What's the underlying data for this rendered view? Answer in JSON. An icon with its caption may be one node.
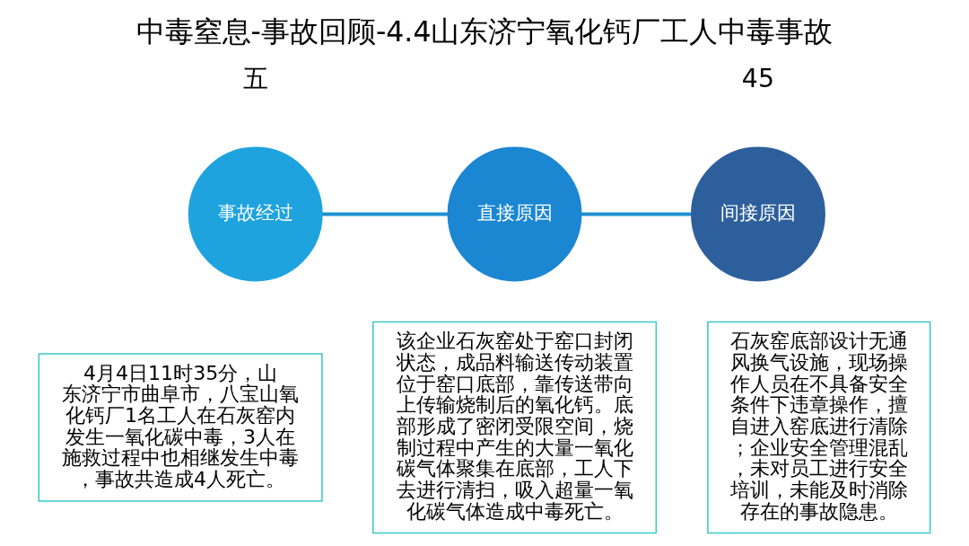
{
  "diagram": {
    "title": "中毒窒息-事故回顾-4.4山东济宁氧化钙厂工人中毒事故",
    "nodes": [
      {
        "text": [
          "事故经过"
        ]
      },
      {
        "text": [
          "直接原因"
        ]
      },
      {
        "text": [
          "间接原因"
        ]
      },
      {
        "text": [
          "4月4日11时35分，山东济宁市曲阜市，八宝山氧化钙厂1名工人在石灰窑内发生一氧化碳中毒，3人在施救过程中也相继发生中毒，事故共造成4人死亡。"
        ]
      },
      {
        "text": [
          "该企业石灰窑处于窑口封闭状态，成品料输送传动装置位于窑口底部，靠传送带向上传输烧制后的氧化钙。底部形成了密闭受限空间，烧制过程中产生的大量一氧化碳气体聚集在底部，工人下去进行清扫，吸入超量一氧化碳气体造成中毒死亡。"
        ]
      },
      {
        "text": [
          "石灰窑底部设计无通风换气设施，现场操作人员在不具备安全条件下违章操作，擅自进入窑底进行清除；企业安全管理混乱，未对员工进行安全培训，未能及时消除存在的事故隐患。"
        ]
      }
    ],
    "edges": [
      {
        "from": 0,
        "to": 1,
        "arrow": "none"
      },
      {
        "from": 1,
        "to": 2,
        "arrow": "none"
      }
    ],
    "labels": [
      "五",
      "45"
    ]
  }
}
